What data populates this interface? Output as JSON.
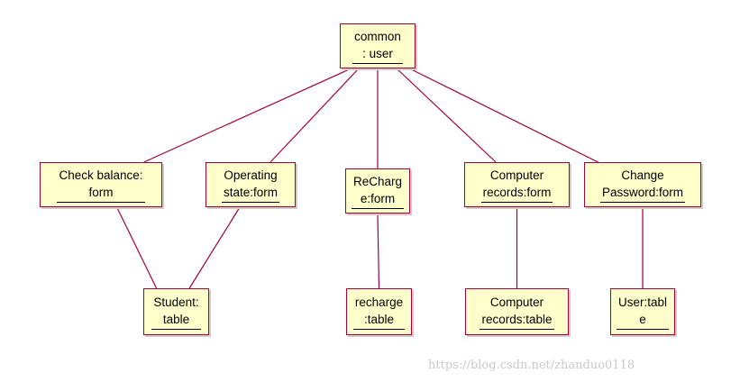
{
  "nodes": {
    "common_user": [
      "common",
      ": user"
    ],
    "check_balance": [
      "Check balance:",
      "form"
    ],
    "operating_state": [
      "Operating",
      "state:form"
    ],
    "recharge_form": [
      "ReCharg",
      "e:form"
    ],
    "computer_records_form": [
      "Computer",
      "records:form"
    ],
    "change_password": [
      "Change",
      "Password:form"
    ],
    "student_table": [
      "Student:",
      "table"
    ],
    "recharge_table": [
      "recharge",
      ":table"
    ],
    "computer_records_table": [
      "Computer",
      "records:table"
    ],
    "user_table": [
      "User:tabl",
      "e"
    ]
  },
  "edges": [
    [
      "common_user",
      "check_balance"
    ],
    [
      "common_user",
      "operating_state"
    ],
    [
      "common_user",
      "recharge_form"
    ],
    [
      "common_user",
      "computer_records_form"
    ],
    [
      "common_user",
      "change_password"
    ],
    [
      "check_balance",
      "student_table"
    ],
    [
      "operating_state",
      "student_table"
    ],
    [
      "recharge_form",
      "recharge_table"
    ],
    [
      "computer_records_form",
      "computer_records_table"
    ],
    [
      "change_password",
      "user_table"
    ]
  ],
  "watermark": "https://blog.csdn.net/zhanduo0118"
}
